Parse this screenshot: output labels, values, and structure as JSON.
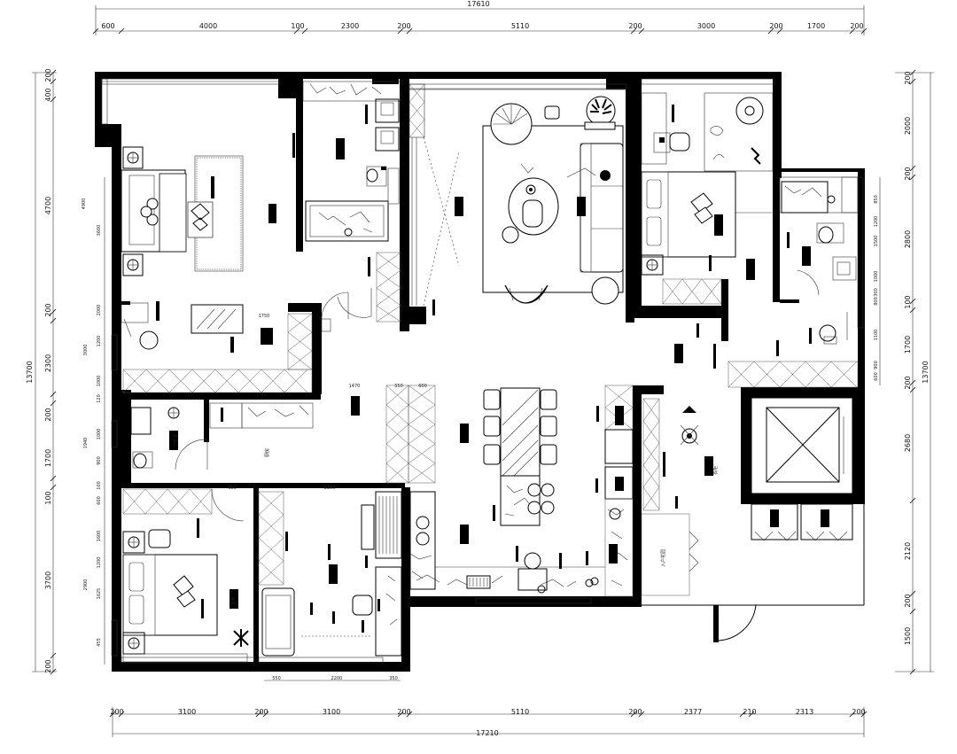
{
  "dimensions": {
    "top_total": "17610",
    "top_segments": [
      "600",
      "4000",
      "100",
      "2300",
      "200",
      "5110",
      "200",
      "3000",
      "200",
      "1700",
      "200"
    ],
    "bottom_total": "17210",
    "bottom_segments": [
      "200",
      "3100",
      "200",
      "3100",
      "200",
      "5110",
      "200",
      "2377",
      "210",
      "2313",
      "200"
    ],
    "left_total": "13700",
    "left_segments": [
      "200",
      "400",
      "4700",
      "200",
      "2300",
      "200",
      "1700",
      "100",
      "3700",
      "200"
    ],
    "right_total": "13700",
    "right_segments": [
      "200",
      "2000",
      "200",
      "2800",
      "100",
      "1700",
      "200",
      "2680",
      "2120",
      "200",
      "1500"
    ],
    "inner_left_labels": [
      "4900",
      "3600",
      "1200",
      "2000",
      "1000",
      "1940",
      "2900",
      "1625",
      "3000",
      "1600",
      "1200",
      "900",
      "1000",
      "600",
      "455",
      "100",
      "120"
    ],
    "inner_right_labels": [
      "850",
      "1500",
      "1000",
      "800",
      "1100",
      "900",
      "1200",
      "600",
      "300"
    ],
    "bottom_inner": [
      "550",
      "2200",
      "350"
    ],
    "interior_labels": [
      "1470",
      "550",
      "600",
      "660",
      "2350",
      "1750"
    ]
  },
  "room_texts": [
    "厨房",
    "衣柜",
    "衣柜",
    "卫生间",
    "入户花园"
  ],
  "colors": {
    "wall": "#000000",
    "line": "#333333",
    "background": "#ffffff"
  }
}
